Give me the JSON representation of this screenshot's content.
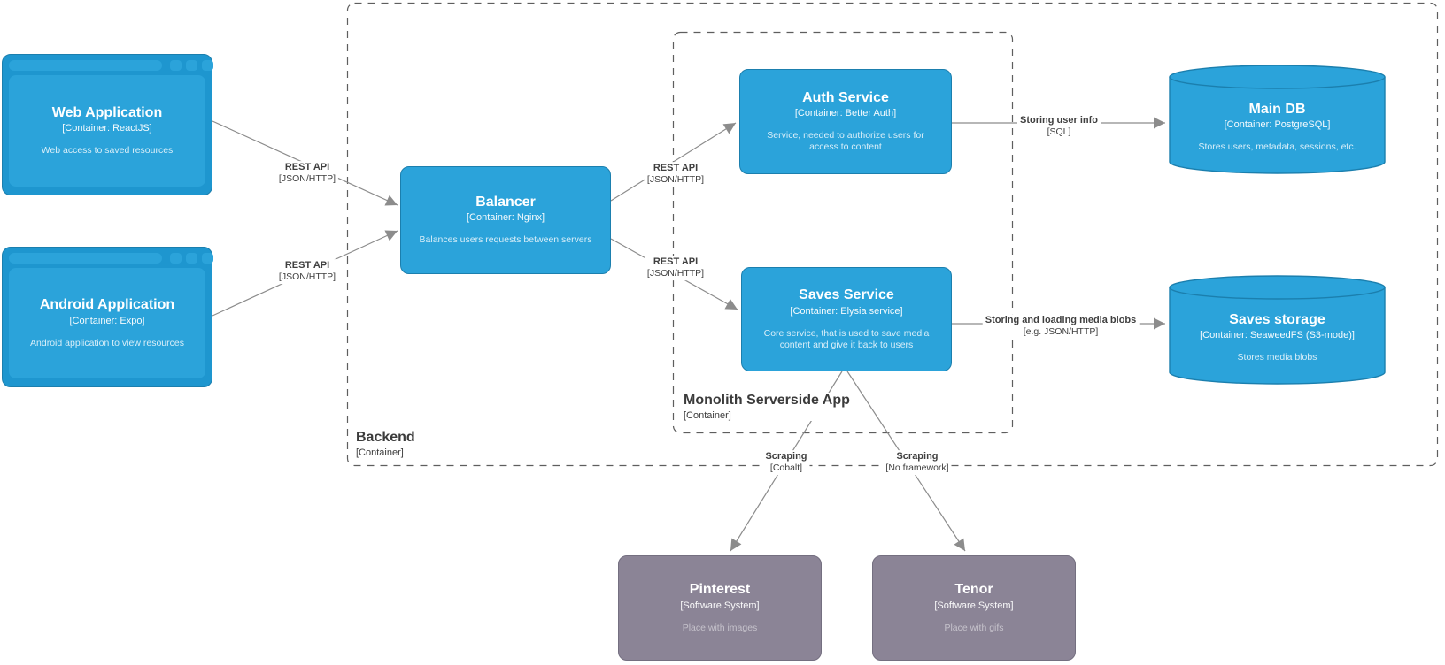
{
  "colors": {
    "container_fill": "#2BA3DA",
    "container_stroke": "#1B7FAE",
    "browser_frame": "#1E96CF",
    "external_fill": "#8B8496",
    "external_stroke": "#746F80",
    "edge_line": "#8C8C8C",
    "edge_label_text": "#3F3F3F",
    "boundary_stroke": "#5E5E5E",
    "background": "#FFFFFF"
  },
  "boundaries": {
    "backend": {
      "label": "Backend",
      "meta": "[Container]"
    },
    "monolith": {
      "label": "Monolith Serverside App",
      "meta": "[Container]"
    }
  },
  "nodes": {
    "web_app": {
      "title": "Web Application",
      "meta": "[Container: ReactJS]",
      "description": "Web access to saved resources"
    },
    "android_app": {
      "title": "Android Application",
      "meta": "[Container: Expo]",
      "description": "Android application to view resources"
    },
    "balancer": {
      "title": "Balancer",
      "meta": "[Container: Nginx]",
      "description": "Balances users requests between servers"
    },
    "auth_service": {
      "title": "Auth Service",
      "meta": "[Container: Better Auth]",
      "description": "Service, needed to authorize users for access to content"
    },
    "saves_service": {
      "title": "Saves Service",
      "meta": "[Container: Elysia service]",
      "description": "Core service, that is used to save media content and give it back to users"
    },
    "main_db": {
      "title": "Main DB",
      "meta": "[Container: PostgreSQL]",
      "description": "Stores users, metadata, sessions, etc."
    },
    "saves_storage": {
      "title": "Saves storage",
      "meta": "[Container: SeaweedFS (S3-mode)]",
      "description": "Stores media blobs"
    },
    "pinterest": {
      "title": "Pinterest",
      "meta": "[Software System]",
      "description": "Place with images"
    },
    "tenor": {
      "title": "Tenor",
      "meta": "[Software System]",
      "description": "Place with gifs"
    }
  },
  "edges": {
    "web_to_balancer": {
      "label": "REST API",
      "meta": "[JSON/HTTP]"
    },
    "android_to_balancer": {
      "label": "REST API",
      "meta": "[JSON/HTTP]"
    },
    "balancer_to_auth": {
      "label": "REST API",
      "meta": "[JSON/HTTP]"
    },
    "balancer_to_saves": {
      "label": "REST API",
      "meta": "[JSON/HTTP]"
    },
    "auth_to_maindb": {
      "label": "Storing user info",
      "meta": "[SQL]"
    },
    "saves_to_storage": {
      "label": "Storing and loading media blobs",
      "meta": "[e.g. JSON/HTTP]"
    },
    "saves_to_pinterest": {
      "label": "Scraping",
      "meta": "[Cobalt]"
    },
    "saves_to_tenor": {
      "label": "Scraping",
      "meta": "[No framework]"
    }
  }
}
